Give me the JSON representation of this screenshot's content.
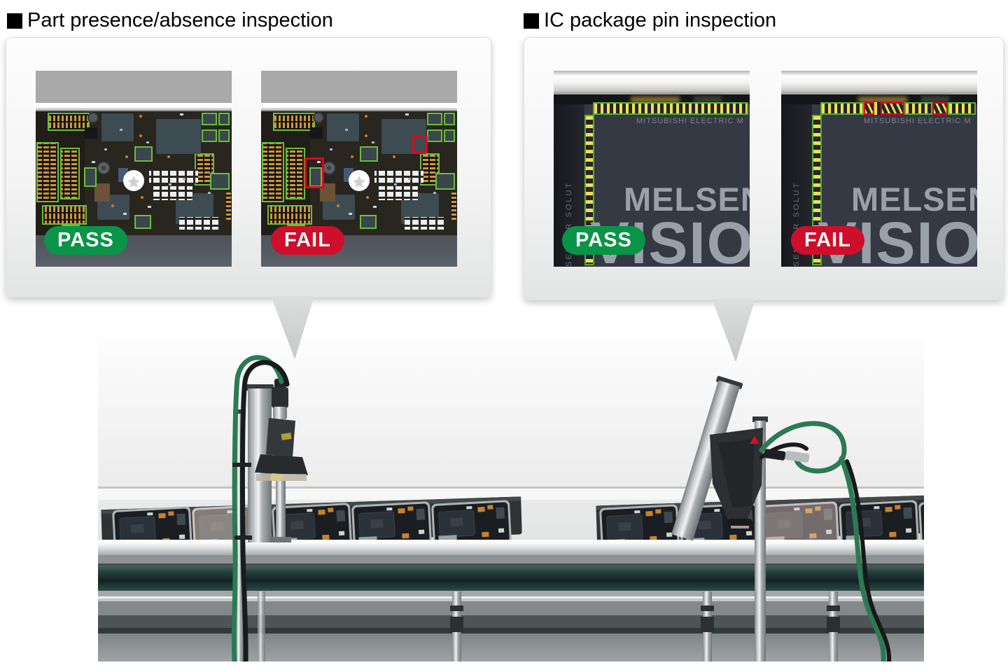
{
  "sections": {
    "left": {
      "title": "Part presence/absence inspection"
    },
    "right": {
      "title": "IC package pin inspection"
    }
  },
  "badges": {
    "pass": "PASS",
    "fail": "FAIL"
  },
  "ic_chip": {
    "maker_text": "MITSUBISHI ELECTRIC M",
    "brand_text_line1": "MELSEN",
    "brand_text_line2": "VISIO",
    "side_text": "SENSOR SOLUT"
  },
  "colors": {
    "pass_green": "#0a9447",
    "fail_red": "#cd0f2c",
    "ok_box_green": "#53b02c",
    "ng_box_red": "#e8001c",
    "pin_yellow": "#f0df52",
    "ic_body": "#343944",
    "callout_bg": "#f4f4f4"
  }
}
